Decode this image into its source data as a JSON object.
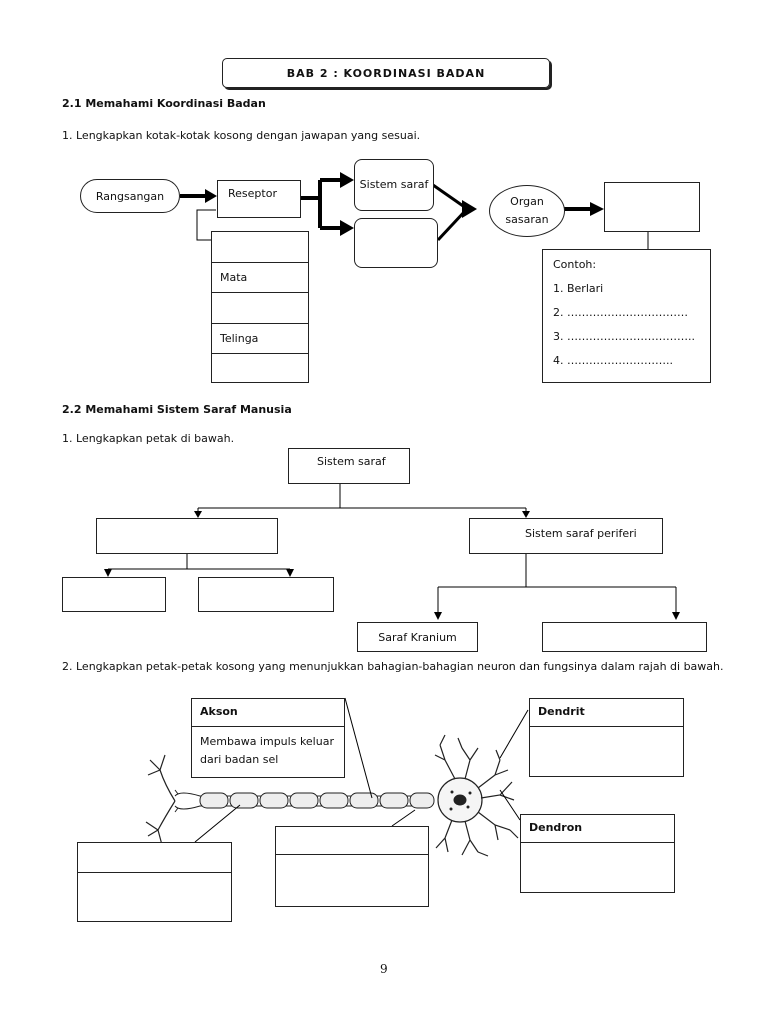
{
  "header": {
    "title": "BAB  2  : KOORDINASI BADAN"
  },
  "section1": {
    "heading": "2.1  Memahami Koordinasi Badan",
    "instruction": "1. Lengkapkan kotak-kotak kosong dengan jawapan yang sesuai.",
    "rangsangan": "Rangsangan",
    "reseptor": "Reseptor",
    "sistem_saraf": "Sistem saraf",
    "organ_sasaran": "Organ sasaran",
    "receptor_list": [
      "",
      "Mata",
      "",
      "Telinga",
      ""
    ],
    "contoh_title": "Contoh:",
    "contoh_items": [
      "1. Berlari",
      "2. ……………………………",
      "3. ……………………………..",
      "4. ……………………….."
    ]
  },
  "section2": {
    "heading": "2.2  Memahami Sistem Saraf Manusia",
    "instruction1": "1. Lengkapkan petak  di bawah.",
    "root": "Sistem saraf",
    "periferi": "Sistem saraf periferi",
    "kranium": "Saraf Kranium",
    "instruction2": "2. Lengkapkan petak-petak kosong yang menunjukkan bahagian-bahagian neuron dan fungsinya dalam rajah di bawah.",
    "akson_label": "Akson",
    "akson_desc": "Membawa impuls keluar dari badan sel",
    "dendrit_label": "Dendrit",
    "dendron_label": "Dendron"
  },
  "footer": {
    "page_number": "9"
  }
}
